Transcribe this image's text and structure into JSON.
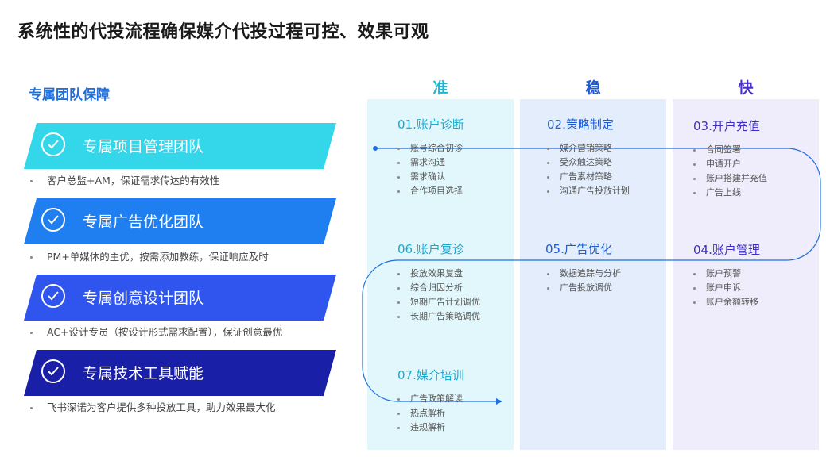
{
  "page": {
    "title": "系统性的代投流程确保媒介代投过程可控、效果可观"
  },
  "teams": {
    "heading": "专属团队保障",
    "items": [
      {
        "name": "专属项目管理团队",
        "desc": "客户总监+AM，保证需求传达的有效性",
        "color": "#34d6ea"
      },
      {
        "name": "专属广告优化团队",
        "desc": "PM+单媒体的主优，按需添加教练，保证响应及时",
        "color": "#1f7ef0"
      },
      {
        "name": "专属创意设计团队",
        "desc": "AC+设计专员（按设计形式需求配置），保证创意最优",
        "color": "#2f55ee"
      },
      {
        "name": "专属技术工具赋能",
        "desc": "飞书深诺为客户提供多种投放工具，助力效果最大化",
        "color": "#1a1fa8"
      }
    ]
  },
  "columns": [
    {
      "label": "准",
      "color": "#1fb6d6",
      "bg": "#e1f7fb"
    },
    {
      "label": "稳",
      "color": "#1f5ccf",
      "bg": "#e3edfb"
    },
    {
      "label": "快",
      "color": "#4a31c9",
      "bg": "#efecfb"
    }
  ],
  "steps": {
    "s01": {
      "title": "01.账户诊断",
      "color": "#1aa7d0",
      "items": [
        "账号综合初诊",
        "需求沟通",
        "需求确认",
        "合作项目选择"
      ]
    },
    "s02": {
      "title": "02.策略制定",
      "color": "#1f5ccf",
      "items": [
        "媒介营销策略",
        "受众触达策略",
        "广告素材策略",
        "沟通广告投放计划"
      ]
    },
    "s03": {
      "title": "03.开户充值",
      "color": "#3d2fc0",
      "items": [
        "合同签署",
        "申请开户",
        "账户搭建并充值",
        "广告上线"
      ]
    },
    "s04": {
      "title": "04.账户管理",
      "color": "#3d2fc0",
      "items": [
        "账户预警",
        "账户申诉",
        "账户余额转移"
      ]
    },
    "s05": {
      "title": "05.广告优化",
      "color": "#1f5ccf",
      "items": [
        "数据追踪与分析",
        "广告投放调优"
      ]
    },
    "s06": {
      "title": "06.账户复诊",
      "color": "#1aa7d0",
      "items": [
        "投放效果复盘",
        "综合归因分析",
        "短期广告计划调优",
        "长期广告策略调优"
      ]
    },
    "s07": {
      "title": "07.媒介培训",
      "color": "#1aa7d0",
      "items": [
        "广告政策解读",
        "热点解析",
        "违规解析"
      ]
    }
  }
}
